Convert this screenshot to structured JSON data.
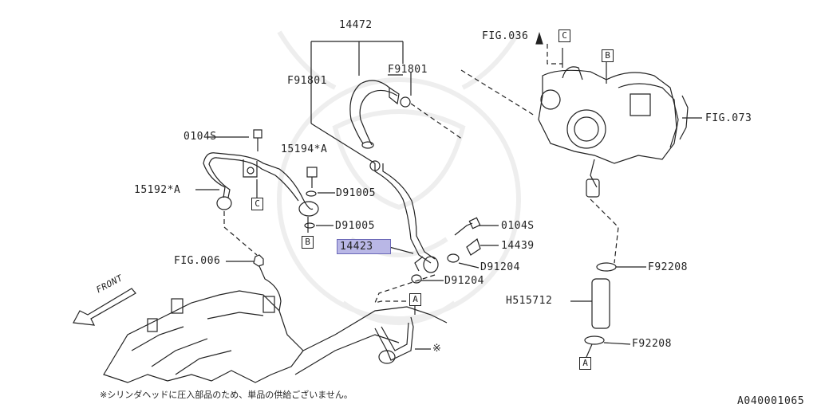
{
  "labels": {
    "p14472": "14472",
    "f91801_left": "F91801",
    "f91801_right": "F91801",
    "fig036": "FIG.036",
    "fig073": "FIG.073",
    "b0104s_top": "0104S",
    "p15194a": "15194*A",
    "p15192a": "15192*A",
    "d91005_top": "D91005",
    "d91005_bottom": "D91005",
    "b0104s_mid": "0104S",
    "p14423": "14423",
    "p14439": "14439",
    "d91204_right": "D91204",
    "d91204_left": "D91204",
    "fig006": "FIG.006",
    "f92208_top": "F92208",
    "h515712": "H515712",
    "f92208_bottom": "F92208",
    "asterisk": "※",
    "front": "FRONT"
  },
  "boxes": {
    "c_top": "C",
    "b_top": "B",
    "c_left": "C",
    "b_left": "B",
    "a_mid": "A",
    "a_bottom": "A"
  },
  "footnote": "※シリンダヘッドに圧入部品のため、単品の供給ございません。",
  "diagram_code": "A040001065",
  "highlight_color": "#b9b7e6"
}
